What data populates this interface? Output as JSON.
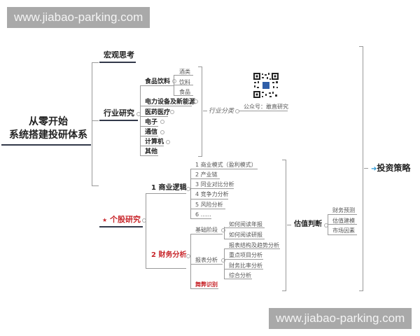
{
  "watermarks": {
    "top": "www.jiabao-parking.com",
    "bottom": "www.jiabao-parking.com"
  },
  "root": {
    "line1": "从零开始",
    "line2": "系统搭建投研体系"
  },
  "branches": {
    "macro": "宏观思考",
    "industry": {
      "label": "行业研究",
      "category_label": "行业分类",
      "items": {
        "food": "食品饮料",
        "power": "电力设备及新能源",
        "medical": "医药医疗",
        "electronics": "电子",
        "telecom": "通信",
        "computer": "计算机",
        "other": "其他"
      },
      "food_children": [
        "酒类",
        "饮料",
        "食品"
      ],
      "qr_caption": "公众号：敢直研究"
    },
    "stock": {
      "star": "★",
      "label": "个股研究",
      "business_logic": {
        "label": "1 商业逻辑",
        "items": [
          "1 商业模式（盈利模式）",
          "2 产业链",
          "3 同业对比分析",
          "4 竞争力分析",
          "5 风险分析",
          "6 ......"
        ]
      },
      "financial": {
        "label": "2 财务分析",
        "basic_stage": {
          "label": "基础阶段",
          "items": [
            "如何阅读年报",
            "如何阅读研报"
          ]
        },
        "statement_analysis": {
          "label": "报表分析",
          "items": [
            "报表结构及趋势分析",
            "重点项目分析",
            "财务比率分析",
            "综合分析"
          ]
        },
        "fraud": "舞弊识别"
      },
      "valuation": {
        "label": "估值判断",
        "items": [
          "财务预测",
          "估值建模",
          "市场因素"
        ]
      }
    },
    "strategy": {
      "arrow": "➜",
      "label": "投资策略"
    }
  },
  "colors": {
    "accent_red": "#c8262b",
    "arrow_blue": "#2b9ad6",
    "underline_dark": "#33394a",
    "watermark_bg": "#a9a9a9"
  }
}
